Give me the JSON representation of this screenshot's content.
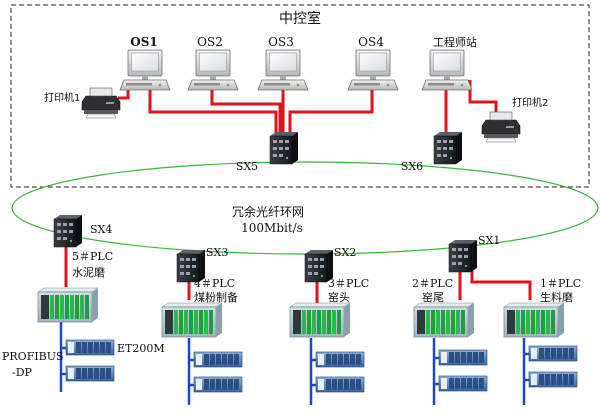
{
  "control_room": {
    "title": "中控室"
  },
  "operator_stations": [
    "OS1",
    "OS2",
    "OS3",
    "OS4"
  ],
  "engineering_station": "工程师站",
  "printers": [
    "打印机1",
    "打印机2"
  ],
  "switches": {
    "sx1": "SX1",
    "sx2": "SX2",
    "sx3": "SX3",
    "sx4": "SX4",
    "sx5": "SX5",
    "sx6": "SX6"
  },
  "ring": {
    "name": "冗余光纤环网",
    "speed": "100Mbit/s"
  },
  "plcs": [
    {
      "id": "5＃PLC",
      "area": "水泥磨"
    },
    {
      "id": "4＃PLC",
      "area": "煤粉制备"
    },
    {
      "id": "3＃PLC",
      "area": "窑头"
    },
    {
      "id": "2＃PLC",
      "area": "窑尾"
    },
    {
      "id": "1＃PLC",
      "area": "生料磨"
    }
  ],
  "fieldbus": {
    "name_line1": "PROFIBUS",
    "name_line2": "-DP",
    "remote_io": "ET200M"
  },
  "colors": {
    "ethernet": "#e0141e",
    "profibus": "#1e46c8",
    "ring": "#3cb43c",
    "switch": "#1a1d22"
  }
}
